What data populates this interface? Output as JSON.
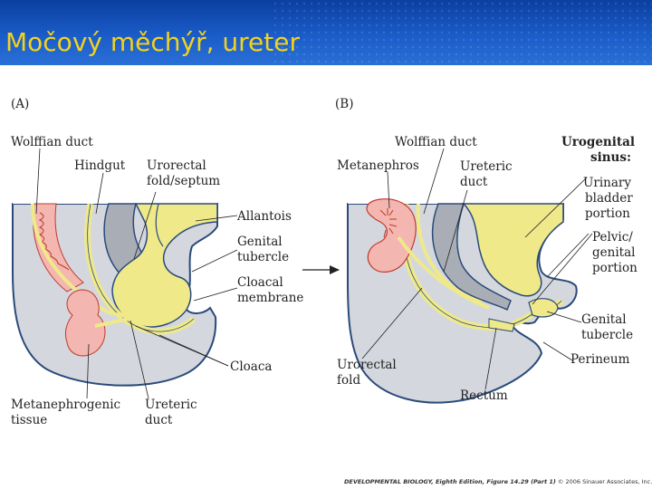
{
  "slide": {
    "title": "Močový měchýř, ureter"
  },
  "panel_a": {
    "tag": "(A)",
    "labels": {
      "wolffian_duct": "Wolffian duct",
      "hindgut": "Hindgut",
      "urorectal_1": "Urorectal",
      "urorectal_2": "fold/septum",
      "allantois": "Allantois",
      "genital_1": "Genital",
      "genital_2": "tubercle",
      "cloacal_1": "Cloacal",
      "cloacal_2": "membrane",
      "cloaca": "Cloaca",
      "metaneph_1": "Metanephrogenic",
      "metaneph_2": "tissue",
      "ureteric_1": "Ureteric",
      "ureteric_2": "duct"
    }
  },
  "panel_b": {
    "tag": "(B)",
    "labels": {
      "wolffian_duct": "Wolffian duct",
      "metanephros": "Metanephros",
      "ureteric_1": "Ureteric",
      "ureteric_2": "duct",
      "sinus_1": "Urogenital",
      "sinus_2": "sinus:",
      "urinary_1": "Urinary",
      "urinary_2": "bladder",
      "urinary_3": "portion",
      "pelvic_1": "Pelvic/",
      "pelvic_2": "genital",
      "pelvic_3": "portion",
      "genital_1": "Genital",
      "genital_2": "tubercle",
      "perineum": "Perineum",
      "urorectal_1": "Urorectal",
      "urorectal_2": "fold",
      "rectum": "Rectum"
    }
  },
  "caption": {
    "book": "DEVELOPMENTAL BIOLOGY, Eighth Edition, Figure 14.29 (Part 1)",
    "credit": "© 2006 Sinauer Associates, Inc."
  },
  "colors": {
    "title_text": "#f3d21c",
    "title_bar": "#1a5cc8",
    "tissue_gray": "#d4d8de",
    "yellow_structure": "#efe98a",
    "kidney_pink": "#f3b6b0",
    "outline": "#2a4a7a"
  }
}
